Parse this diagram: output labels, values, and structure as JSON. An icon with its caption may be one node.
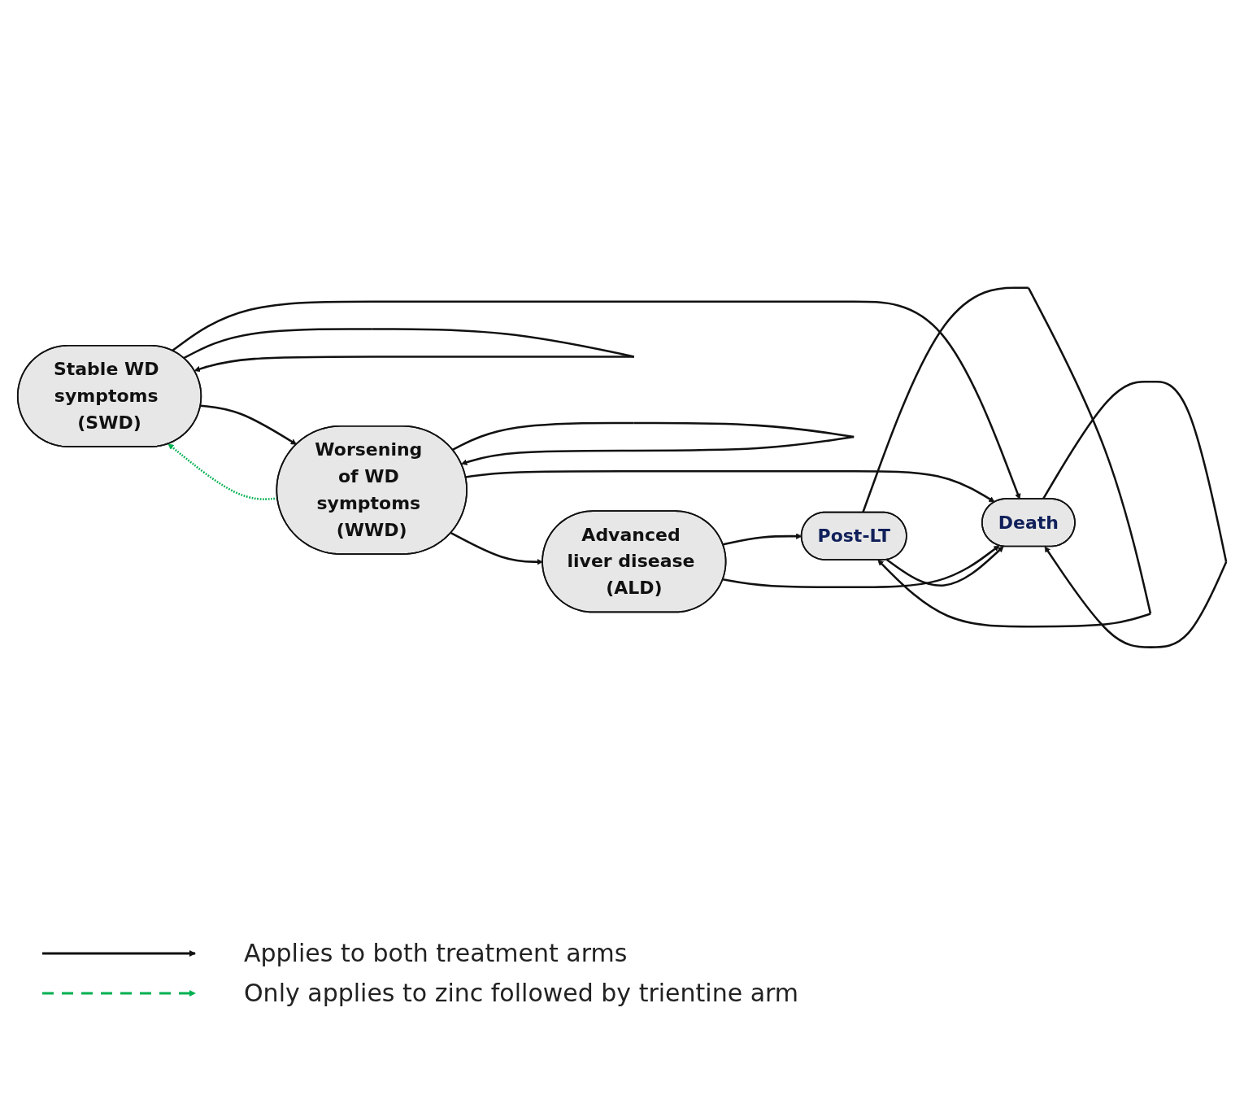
{
  "diagram": {
    "nodes": [
      {
        "text": [
          "Stable WD symptoms (SWD)"
        ]
      },
      {
        "text": [
          "Worsening of WD symptoms (WWD)"
        ]
      },
      {
        "text": [
          "Death"
        ]
      },
      {
        "text": [
          "Advanced liver disease (ALD)"
        ]
      },
      {
        "text": [
          "Post-LT"
        ]
      }
    ],
    "edges": [
      {
        "from": 0,
        "to": 0,
        "arrow": "to"
      },
      {
        "from": 1,
        "to": 1,
        "arrow": "to"
      },
      {
        "from": 2,
        "to": 2,
        "arrow": "to"
      },
      {
        "from": 0,
        "to": 2,
        "arrow": "to"
      },
      {
        "from": 0,
        "to": 1,
        "arrow": "to"
      },
      {
        "from": 1,
        "to": 0,
        "arrow": "to",
        "style": "dashed",
        "color": "#00b050"
      },
      {
        "from": 1,
        "to": 2,
        "arrow": "to"
      },
      {
        "from": 1,
        "to": 3,
        "arrow": "to"
      },
      {
        "from": 3,
        "to": 2,
        "arrow": "to"
      },
      {
        "from": 3,
        "to": 4,
        "arrow": "to"
      },
      {
        "from": 4,
        "to": 4,
        "arrow": "to"
      },
      {
        "from": 4,
        "to": 2,
        "arrow": "to"
      }
    ],
    "legend": [
      {
        "text": "Applies to both treatment arms"
      },
      {
        "text": "Only applies to zinc followed by trientine arm"
      }
    ]
  }
}
